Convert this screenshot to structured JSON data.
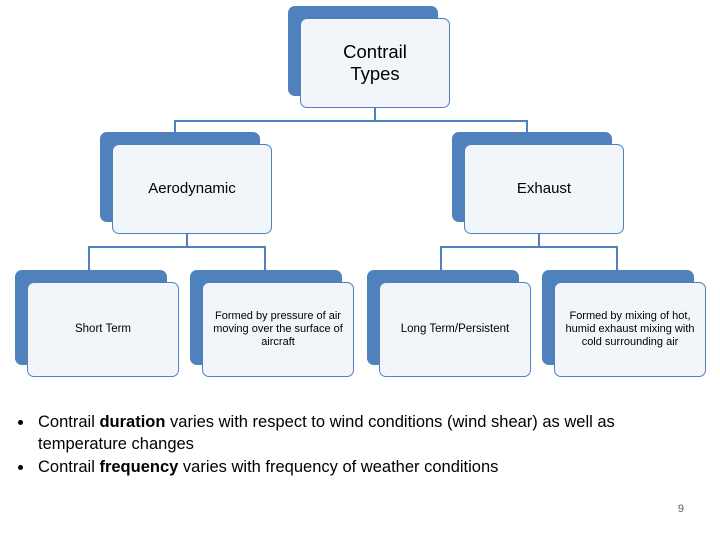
{
  "slide": {
    "page_number": "9",
    "accent_color": "#4f81bd",
    "card_fill": "#f2f6fb"
  },
  "diagram": {
    "type": "hierarchy",
    "nodes": [
      {
        "id": "root",
        "label": "Contrail\nTypes"
      },
      {
        "id": "aerodynamic",
        "label": "Aerodynamic"
      },
      {
        "id": "exhaust",
        "label": "Exhaust"
      },
      {
        "id": "short-term",
        "label": "Short Term"
      },
      {
        "id": "formed-pressure",
        "label": "Formed by pressure of air moving over the surface of aircraft"
      },
      {
        "id": "long-term",
        "label": "Long Term/Persistent"
      },
      {
        "id": "formed-mixing",
        "label": "Formed by mixing of hot, humid exhaust mixing with cold surrounding air"
      }
    ]
  },
  "bullets": [
    {
      "parts": [
        {
          "text": "Contrail ",
          "bold": false
        },
        {
          "text": "duration",
          "bold": true
        },
        {
          "text": " varies with respect to wind conditions (wind shear) as well as temperature changes",
          "bold": false
        }
      ]
    },
    {
      "parts": [
        {
          "text": "Contrail ",
          "bold": false
        },
        {
          "text": "frequency",
          "bold": true
        },
        {
          "text": " varies with frequency of weather conditions",
          "bold": false
        }
      ]
    }
  ]
}
